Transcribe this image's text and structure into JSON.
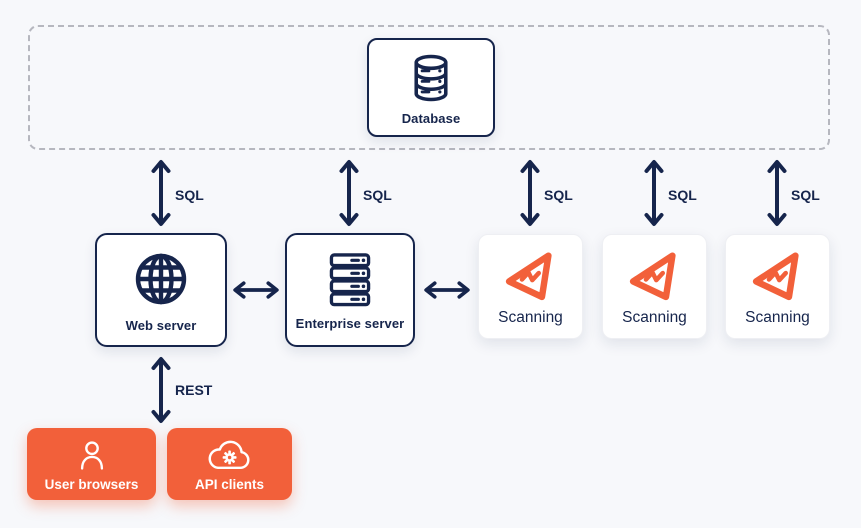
{
  "diagram": {
    "zone_name": "database-zone",
    "nodes": {
      "database": {
        "label": "Database",
        "icon": "database-icon"
      },
      "web_server": {
        "label": "Web server",
        "icon": "globe-icon"
      },
      "enterprise_server": {
        "label": "Enterprise server",
        "icon": "server-rack-icon"
      },
      "scanning": [
        {
          "label": "Scanning",
          "icon": "burp-logo-icon"
        },
        {
          "label": "Scanning",
          "icon": "burp-logo-icon"
        },
        {
          "label": "Scanning",
          "icon": "burp-logo-icon"
        }
      ],
      "user_browsers": {
        "label": "User browsers",
        "icon": "person-icon"
      },
      "api_clients": {
        "label": "API clients",
        "icon": "cloud-gear-icon"
      }
    },
    "edges": {
      "sql_labels": [
        "SQL",
        "SQL",
        "SQL",
        "SQL",
        "SQL"
      ],
      "rest_label": "REST",
      "arrow_style": "double-headed"
    },
    "colors": {
      "navy": "#16254C",
      "orange": "#F2603A",
      "background": "#F7F8FB",
      "node_background": "#FFFFFF",
      "dashed_border": "#B6B7BF"
    }
  }
}
